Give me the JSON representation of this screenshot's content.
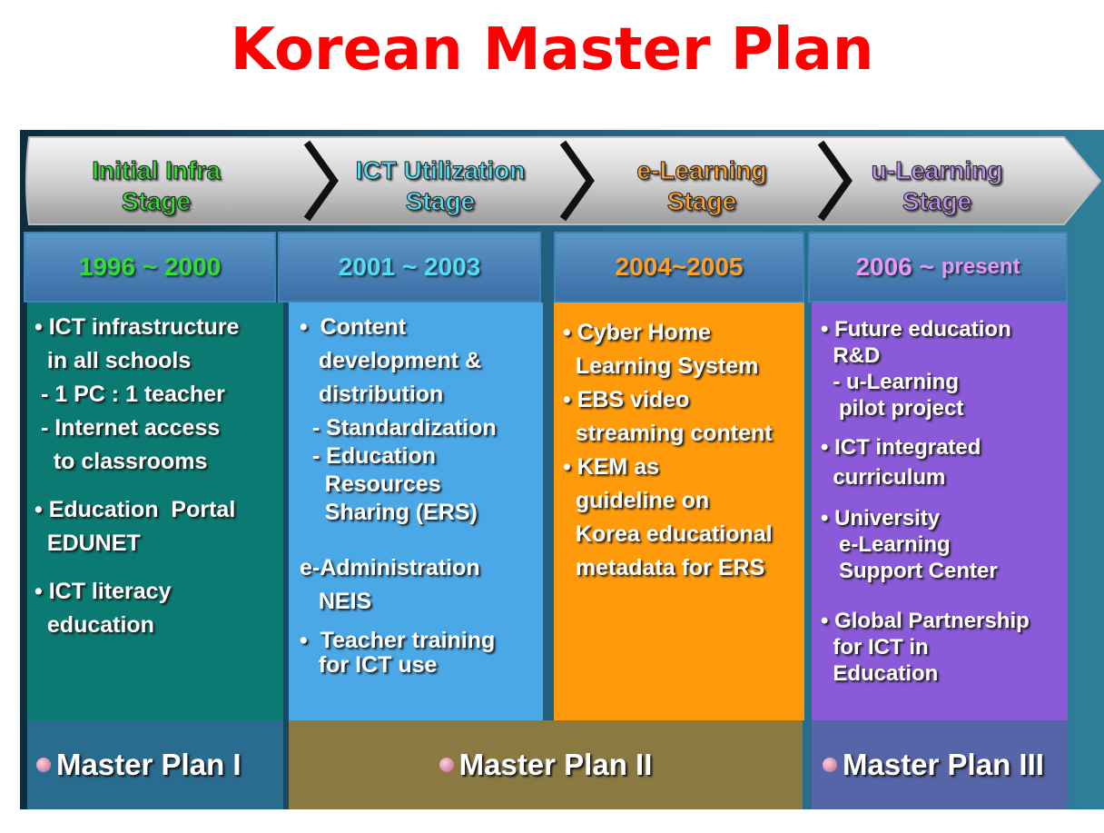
{
  "title": "Korean Master Plan",
  "stages": [
    {
      "line1": "Initial Infra",
      "line2": "Stage",
      "color": "#33dd33"
    },
    {
      "line1": "ICT Utilization",
      "line2": "Stage",
      "color": "#55ddf5"
    },
    {
      "line1": "e-Learning",
      "line2": "Stage",
      "color": "#ffa028"
    },
    {
      "line1": "u-Learning",
      "line2": "Stage",
      "color": "#c090f0"
    }
  ],
  "periods": [
    {
      "label": "1996 ~ 2000",
      "extra": "",
      "color": "#33dd33"
    },
    {
      "label": "2001 ~ 2003",
      "extra": "",
      "color": "#55ddf5"
    },
    {
      "label": "2004~2005",
      "extra": "",
      "color": "#ffa028"
    },
    {
      "label": "2006 ~",
      "extra": "present",
      "color": "#e898f0"
    }
  ],
  "columns": [
    {
      "bg": "#0a7a72",
      "lines": [
        "• ICT infrastructure",
        "  in all schools",
        " - 1 PC : 1 teacher",
        " - Internet access",
        "   to classrooms",
        "• Education  Portal",
        "  EDUNET",
        "• ICT literacy",
        "  education"
      ]
    },
    {
      "bg": "#4aa8e6",
      "lines": [
        "•  Content",
        "   development &",
        "   distribution",
        "  - Standardization",
        "  - Education",
        "    Resources",
        "    Sharing (ERS)",
        "e-Administration",
        "   NEIS",
        "•  Teacher training",
        "   for ICT use"
      ]
    },
    {
      "bg": "#ff9a0a",
      "lines": [
        "• Cyber Home",
        "  Learning System",
        "• EBS video",
        "  streaming content",
        "• KEM as",
        "  guideline on",
        "  Korea educational",
        "  metadata for ERS"
      ]
    },
    {
      "bg": "#8a5ad8",
      "lines": [
        "• Future education",
        "  R&D",
        "  - u-Learning",
        "   pilot project",
        "• ICT integrated",
        "  curriculum",
        "• University",
        "   e-Learning",
        "   Support Center",
        "• Global Partnership",
        "  for ICT in",
        "  Education"
      ]
    }
  ],
  "master_plans": [
    {
      "label": "Master Plan I",
      "bg": "#2a6c90"
    },
    {
      "label": "Master Plan II",
      "bg": "#8a7a42"
    },
    {
      "label": "Master Plan III",
      "bg": "#5565a8"
    }
  ],
  "colors": {
    "title": "#ff0000",
    "board_dark": "#0d2d3e"
  }
}
